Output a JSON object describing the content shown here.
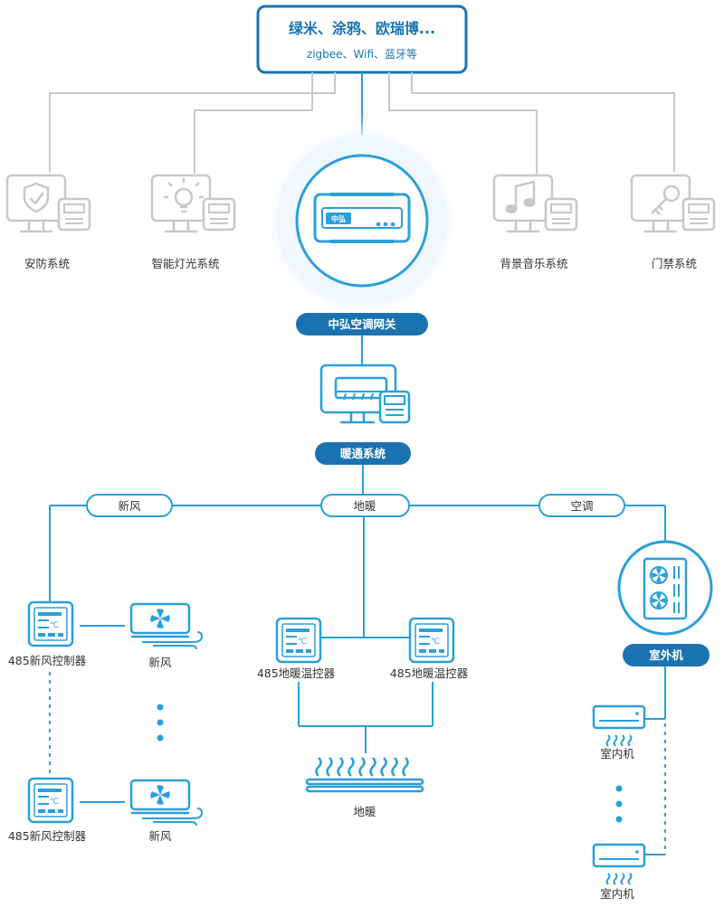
{
  "colors": {
    "accent": "#2b9fd9",
    "accent_dark": "#1a73b0",
    "grey": "#c8c8c8",
    "grey_dark": "#b5b5b5",
    "text": "#333333"
  },
  "top_box": {
    "title": "绿米、涂鸦、欧瑞博...",
    "subtitle": "zigbee、Wifi、蓝牙等"
  },
  "subsystems": [
    {
      "label": "安防系统",
      "icon": "shield-check-icon"
    },
    {
      "label": "智能灯光系统",
      "icon": "light-bulb-icon"
    },
    {
      "label": "背景音乐系统",
      "icon": "music-note-icon"
    },
    {
      "label": "门禁系统",
      "icon": "key-icon"
    }
  ],
  "gateway": {
    "device_label": "中弘",
    "label": "中弘空调网关"
  },
  "hvac": {
    "label": "暖通系统"
  },
  "branches": {
    "fresh_air": "新风",
    "floor_heating": "地暖",
    "air_conditioning": "空调"
  },
  "fresh_air": {
    "controller_label": "485新风控制器",
    "unit_label": "新风",
    "controller_label_2": "485新风控制器",
    "unit_label_2": "新风"
  },
  "floor_heating": {
    "controller_left_label": "485地暖温控器",
    "controller_right_label": "485地暖温控器",
    "pipe_label": "地暖"
  },
  "air_conditioning": {
    "outdoor_label": "室外机",
    "indoor_label": "室内机",
    "indoor_label_2": "室内机"
  },
  "thermostat_unit": "℃"
}
